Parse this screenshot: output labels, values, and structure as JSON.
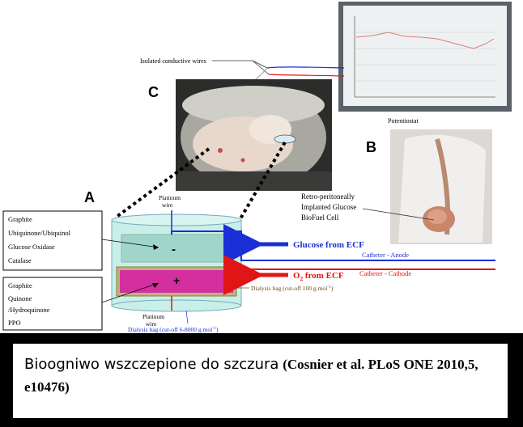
{
  "figure": {
    "panel_a": "A",
    "panel_b": "B",
    "panel_c": "C",
    "isolated_wires": "Isolated conductive wires",
    "potentiostat": "Potentiostat",
    "retro": {
      "line1": "Retro-peritoneally",
      "line2": "Implanted Glucose",
      "line3": "BioFuel Cell"
    },
    "anode_layers": [
      "Graphite",
      "Ubiquinone/Ubiquinol",
      "Glucose Oxidase",
      "Catalase"
    ],
    "cathode_layers": [
      "Graphite",
      "Quinone",
      "/Hydroquinone",
      "PPO"
    ],
    "platinum_top": [
      "Platinum",
      "wire"
    ],
    "platinum_bottom": [
      "Platinum",
      "wire"
    ],
    "anode_sign": "-",
    "cathode_sign": "+",
    "glucose_label": "Glucose from ECF",
    "o2_prefix": "O",
    "o2_sub": "2",
    "o2_suffix": " from ECF",
    "catheter_anode": "Catheter - Anode",
    "catheter_cathode": "Catheter - Cathode",
    "dialysis_inner": "Dialysis bag (cut-off 100 g.mol",
    "dialysis_inner_sup": "-1",
    "dialysis_inner_end": ")",
    "dialysis_outer": "Dialysis bag (cut-off 6-8000 g.mol",
    "dialysis_outer_sup": "-1",
    "dialysis_outer_end": ")",
    "colors": {
      "glucose_arrow": "#1a2fd6",
      "o2_arrow": "#e01515",
      "anode_fill": "#9fd6c9",
      "cathode_fill": "#d42f9e",
      "outer_vessel": "#c9f0e8"
    }
  },
  "caption": {
    "main": "Bioogniwo wszczepione do szczura",
    "ref": "(Cosnier et al. PLoS ONE 2010,5, e10476)"
  }
}
